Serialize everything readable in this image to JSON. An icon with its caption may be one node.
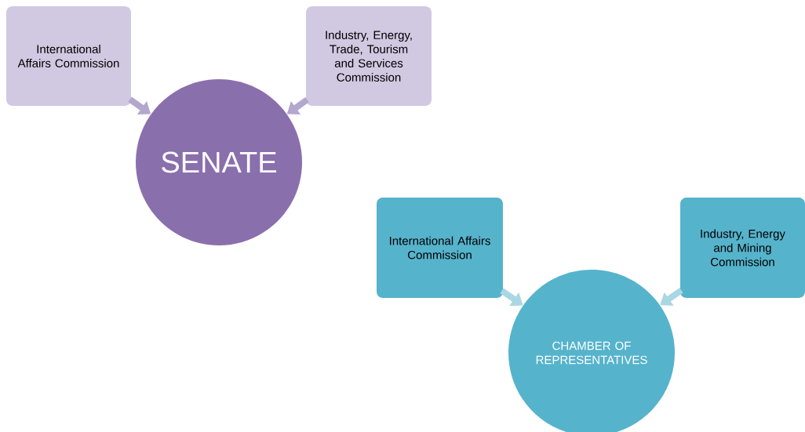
{
  "diagram": {
    "nodes": [
      {
        "text": [
          "International Affairs Commission"
        ]
      },
      {
        "text": [
          "Industry, Energy, Trade, Tourism and Services Commission"
        ]
      },
      {
        "text": [
          "SENATE"
        ]
      },
      {
        "text": [
          "International Affairs Commission"
        ]
      },
      {
        "text": [
          "Industry, Energy and Mining Commission"
        ]
      },
      {
        "text": [
          "CHAMBER OF REPRESENTATIVES"
        ]
      }
    ],
    "edges": [
      {
        "from": 0,
        "to": 2,
        "arrow": "to",
        "color": "#b4a7cf"
      },
      {
        "from": 1,
        "to": 2,
        "arrow": "to",
        "color": "#b4a7cf"
      },
      {
        "from": 3,
        "to": 5,
        "arrow": "to",
        "color": "#a9d7e3"
      },
      {
        "from": 4,
        "to": 5,
        "arrow": "to",
        "color": "#a9d7e3"
      }
    ]
  }
}
